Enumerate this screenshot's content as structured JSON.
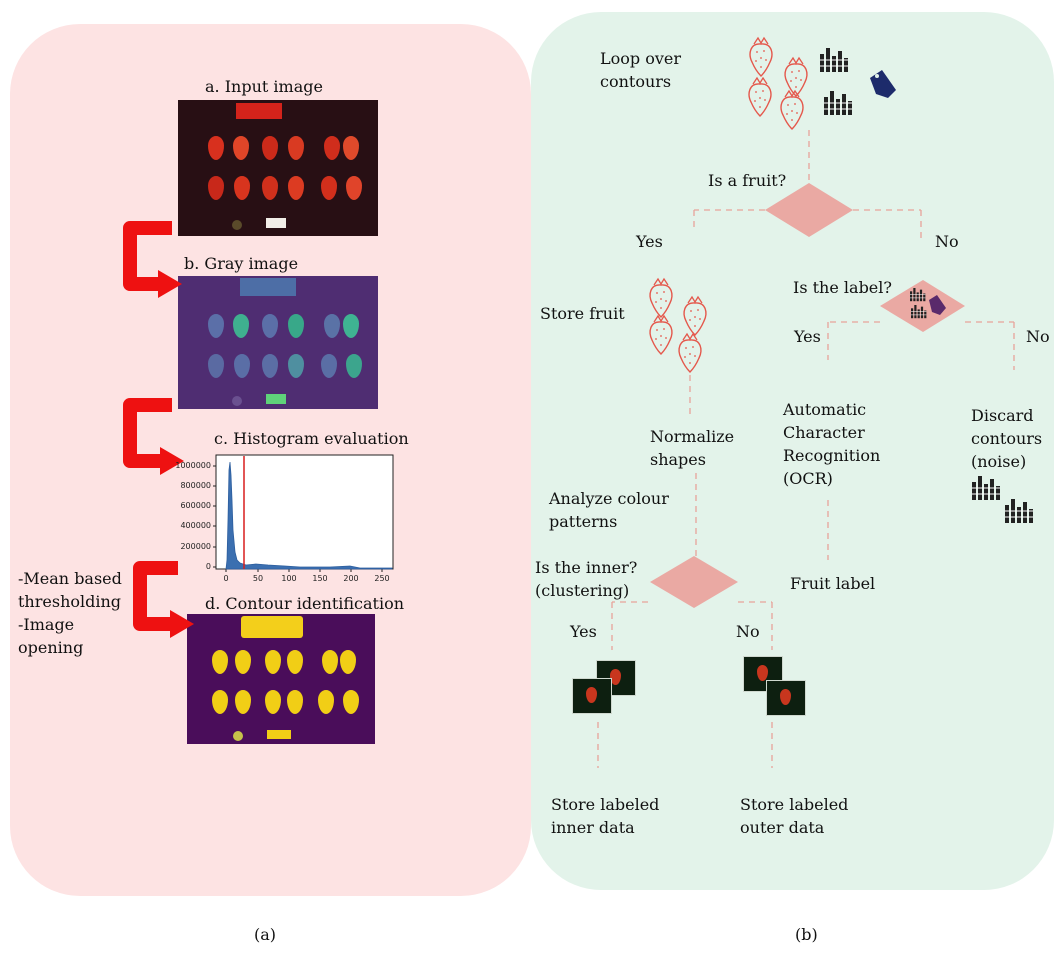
{
  "panel_a": {
    "step_a": "a. Input image",
    "step_b": "b. Gray image",
    "step_c": "c. Histogram evaluation",
    "step_d": "d. Contour identification",
    "side_note": "-Mean based\nthresholding\n-Image\nopening",
    "histogram": {
      "y_ticks": [
        "1000000",
        "800000",
        "600000",
        "400000",
        "200000",
        "0"
      ],
      "x_ticks": [
        "0",
        "50",
        "100",
        "150",
        "200",
        "250"
      ]
    },
    "caption": "(a)"
  },
  "panel_b": {
    "loop": "Loop over\ncontours",
    "is_fruit": "Is a fruit?",
    "yes_1": "Yes",
    "no_1": "No",
    "store_fruit": "Store fruit",
    "is_label": "Is the label?",
    "yes_2": "Yes",
    "no_2": "No",
    "normalize": "Normalize\nshapes",
    "ocr": "Automatic\nCharacter\nRecognition\n(OCR)",
    "discard": "Discard\ncontours\n(noise)",
    "analyze": "Analyze colour\npatterns",
    "is_inner": "Is the inner?\n(clustering)",
    "fruit_label": "Fruit label",
    "yes_3": "Yes",
    "no_3": "No",
    "store_inner": "Store labeled\ninner data",
    "store_outer": "Store labeled\nouter data",
    "caption": "(b)"
  },
  "colors": {
    "panel_a_bg": "#fde3e3",
    "panel_b_bg": "#e3f3ea",
    "arrow": "#ee1111",
    "diamond": "#eaa9a3",
    "connector": "#e8a39b",
    "strawberry_outline": "#e4584c",
    "tag": "#1d2b6b"
  },
  "icons": [
    "strawberry-icon",
    "barcode-icon",
    "tag-icon",
    "arrow-icon"
  ]
}
